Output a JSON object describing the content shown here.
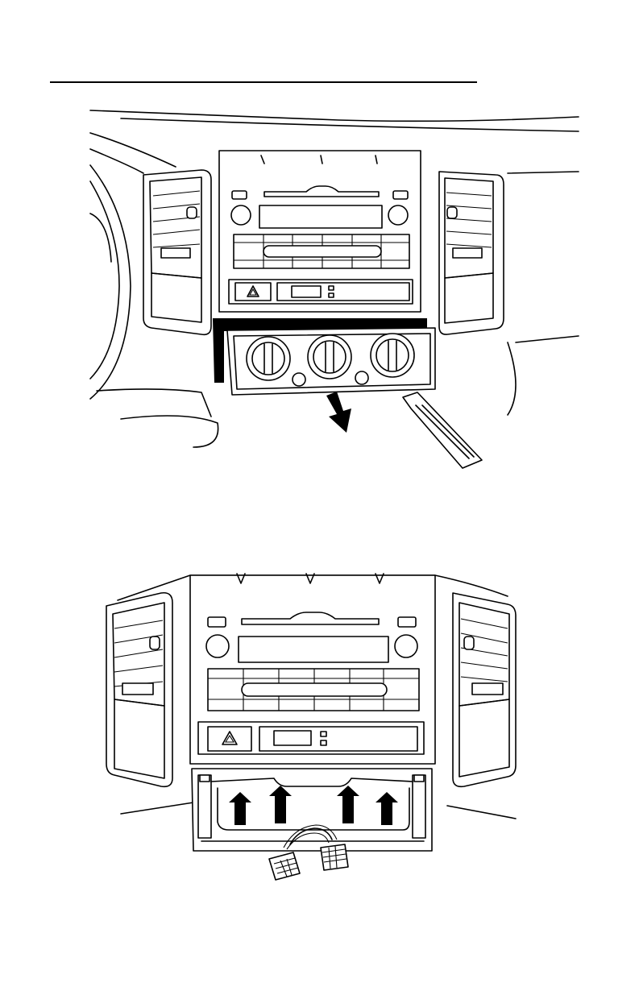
{
  "figures": [
    {
      "id": "remove-climate-panel",
      "arrow_count": 1,
      "tool": "panel-removal-tool"
    },
    {
      "id": "release-clips",
      "arrow_count": 4,
      "connector_count": 2
    }
  ]
}
